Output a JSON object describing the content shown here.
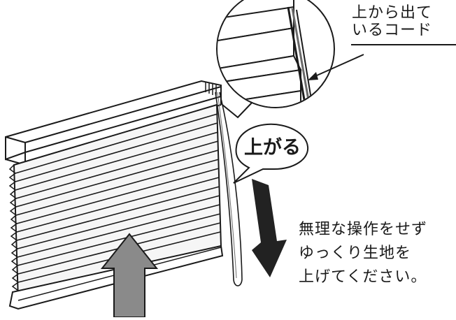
{
  "callout_lines": [
    "上から出て",
    "いるコード"
  ],
  "bubble_label": "上がる",
  "instruction_lines": [
    "無理な操作をせず",
    "ゆっくり生地を",
    "上げてください。"
  ],
  "colors": {
    "line": "#1a1a1a",
    "push_arrow": "#8a8a8a",
    "down_arrow": "#222222",
    "fabric": "#f6f6f6",
    "cord": "#6a6a6a"
  },
  "icons": {
    "push_arrow": "up-arrow-icon",
    "pull_arrow": "down-arrow-icon",
    "zoom": "magnifier-circle"
  }
}
